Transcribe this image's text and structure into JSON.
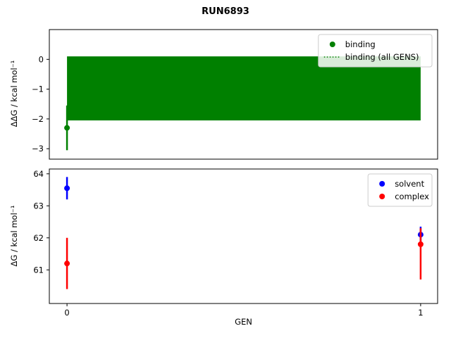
{
  "chart_data": [
    {
      "type": "scatter",
      "title": "RUN6893",
      "xlabel": "",
      "ylabel": "ΔΔG / kcal mol⁻¹",
      "xlim": [
        -0.05,
        1.048
      ],
      "ylim": [
        -3.35,
        1.0
      ],
      "yticks": [
        0,
        -1,
        -2,
        -3
      ],
      "xticks": [],
      "grid": false,
      "legend_position": "upper right",
      "series": [
        {
          "name": "binding",
          "color": "#008000",
          "marker": "circle",
          "x": [
            0
          ],
          "y": [
            -2.3
          ],
          "yerr": [
            0.75
          ]
        }
      ],
      "band": {
        "name": "binding (all GENS)",
        "color": "#008000",
        "style": "dotted-edge-filled",
        "x_range": [
          0,
          1
        ],
        "y_low": -2.05,
        "y_high": 0.1
      }
    },
    {
      "type": "scatter",
      "title": "",
      "xlabel": "GEN",
      "ylabel": "ΔG / kcal mol⁻¹",
      "xlim": [
        -0.05,
        1.048
      ],
      "ylim": [
        59.95,
        64.15
      ],
      "yticks": [
        61,
        62,
        63,
        64
      ],
      "xticks": [
        0,
        1
      ],
      "grid": false,
      "legend_position": "upper right",
      "series": [
        {
          "name": "solvent",
          "color": "#0000ff",
          "marker": "circle",
          "x": [
            0,
            1
          ],
          "y": [
            63.55,
            62.1
          ],
          "yerr": [
            0.35,
            0.25
          ]
        },
        {
          "name": "complex",
          "color": "#ff0000",
          "marker": "circle",
          "x": [
            0,
            1
          ],
          "y": [
            61.2,
            61.8
          ],
          "yerr_minus": [
            0.8,
            1.1
          ],
          "yerr_plus": [
            0.8,
            0.5
          ]
        }
      ]
    }
  ]
}
